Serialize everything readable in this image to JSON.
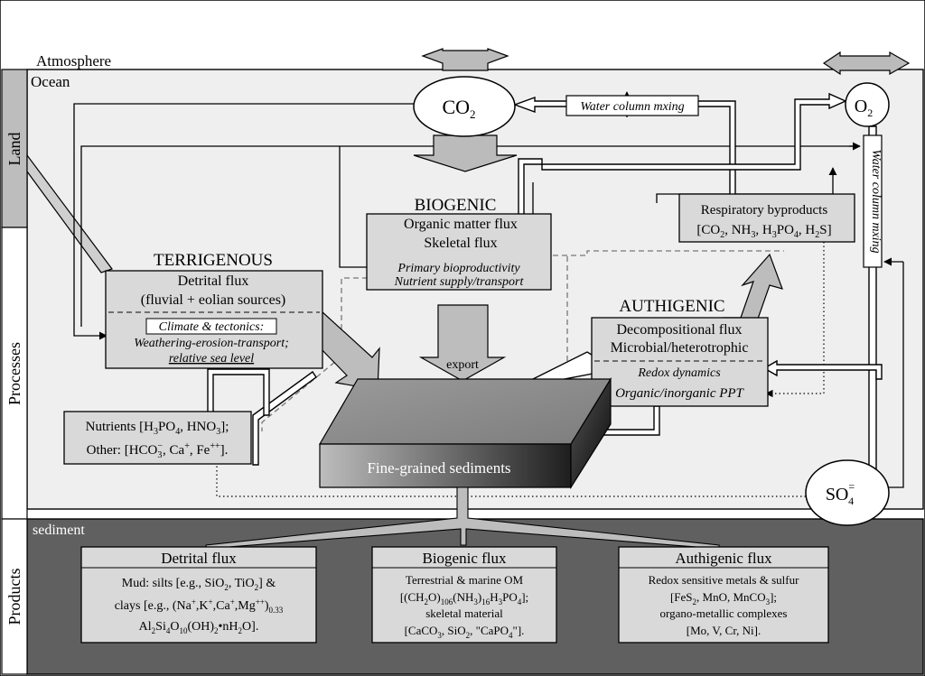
{
  "zones": {
    "atmosphere": "Atmosphere",
    "ocean": "Ocean",
    "sediment": "sediment",
    "land": "Land",
    "processes": "Processes",
    "products": "Products"
  },
  "gases": {
    "co2": {
      "base": "CO",
      "sub": "2"
    },
    "o2": {
      "base": "O",
      "sub": "2"
    },
    "so4": {
      "base": "SO",
      "sub": "4",
      "sup": "="
    }
  },
  "mixing": {
    "horizontal": "Water column mxing",
    "vertical": "Water column mxing"
  },
  "biogenic": {
    "title": "BIOGENIC",
    "line1": "Organic matter flux",
    "line2": "Skeletal flux",
    "note1": "Primary bioproductivity",
    "note2": "Nutrient supply/transport",
    "export": "export"
  },
  "terrigenous": {
    "title": "TERRIGENOUS",
    "line1": "Detrital flux",
    "line2": "(fluvial + eolian sources)",
    "note1": "Climate & tectonics:",
    "note2": "Weathering-erosion-transport;",
    "note3": "relative sea level"
  },
  "respiratory": {
    "line1": "Respiratory byproducts",
    "open": "[CO",
    "s1": "2",
    "p1": ", NH",
    "s2": "3",
    "p2": ", H",
    "s3": "3",
    "p3": "PO",
    "s4": "4",
    "p4": ", H",
    "s5": "2",
    "p5": "S]"
  },
  "authigenic": {
    "title": "AUTHIGENIC",
    "line1": "Decompositional flux",
    "line2": "Microbial/heterotrophic",
    "note1": "Redox dynamics",
    "note2": "Organic/inorganic PPT"
  },
  "nutrients": {
    "a1": "Nutrients [H",
    "a2": "3",
    "a3": "PO",
    "a4": "4",
    "a5": ", HNO",
    "a6": "3",
    "a7": "];",
    "b1": "Other: [HCO",
    "b2": "3",
    "b3": "−",
    "b4": ", Ca",
    "b5": "+",
    "b6": ", Fe",
    "b7": "++",
    "b8": "]."
  },
  "sediments": {
    "label": "Fine-grained sediments"
  },
  "products": {
    "detrital": {
      "title": "Detrital flux",
      "l1a": "Mud: silts [e.g., SiO",
      "l1b": "2",
      "l1c": ", TiO",
      "l1d": "2",
      "l1e": "] &",
      "l2a": "clays [e.g., (Na",
      "l2b": "+",
      "l2c": ",K",
      "l2d": "+",
      "l2e": ",Ca",
      "l2f": "+",
      "l2g": ",Mg",
      "l2h": "++",
      "l2i": ")",
      "l2j": "0.33",
      "l3a": "Al",
      "l3b": "2",
      "l3c": "Si",
      "l3d": "4",
      "l3e": "O",
      "l3f": "10",
      "l3g": "(OH)",
      "l3h": "2",
      "l3i": "•nH",
      "l3j": "2",
      "l3k": "O]."
    },
    "biogenic": {
      "title": "Biogenic flux",
      "l1": "Terrestrial & marine OM",
      "l2a": "[(CH",
      "l2b": "2",
      "l2c": "O)",
      "l2d": "106",
      "l2e": "(NH",
      "l2f": "3",
      "l2g": ")",
      "l2h": "16",
      "l2i": "H",
      "l2j": "3",
      "l2k": "PO",
      "l2l": "4",
      "l2m": "];",
      "l3": "skeletal material",
      "l4a": "[CaCO",
      "l4b": "3",
      "l4c": ", SiO",
      "l4d": "2",
      "l4e": ", \"CaPO",
      "l4f": "4",
      "l4g": "\"]."
    },
    "authigenic": {
      "title": "Authigenic flux",
      "l1": "Redox sensitive metals & sulfur",
      "l2a": "[FeS",
      "l2b": "2",
      "l2c": ", MnO, MnCO",
      "l2d": "3",
      "l2e": "];",
      "l3": "organo-metallic complexes",
      "l4": "[Mo, V, Cr, Ni]."
    }
  }
}
